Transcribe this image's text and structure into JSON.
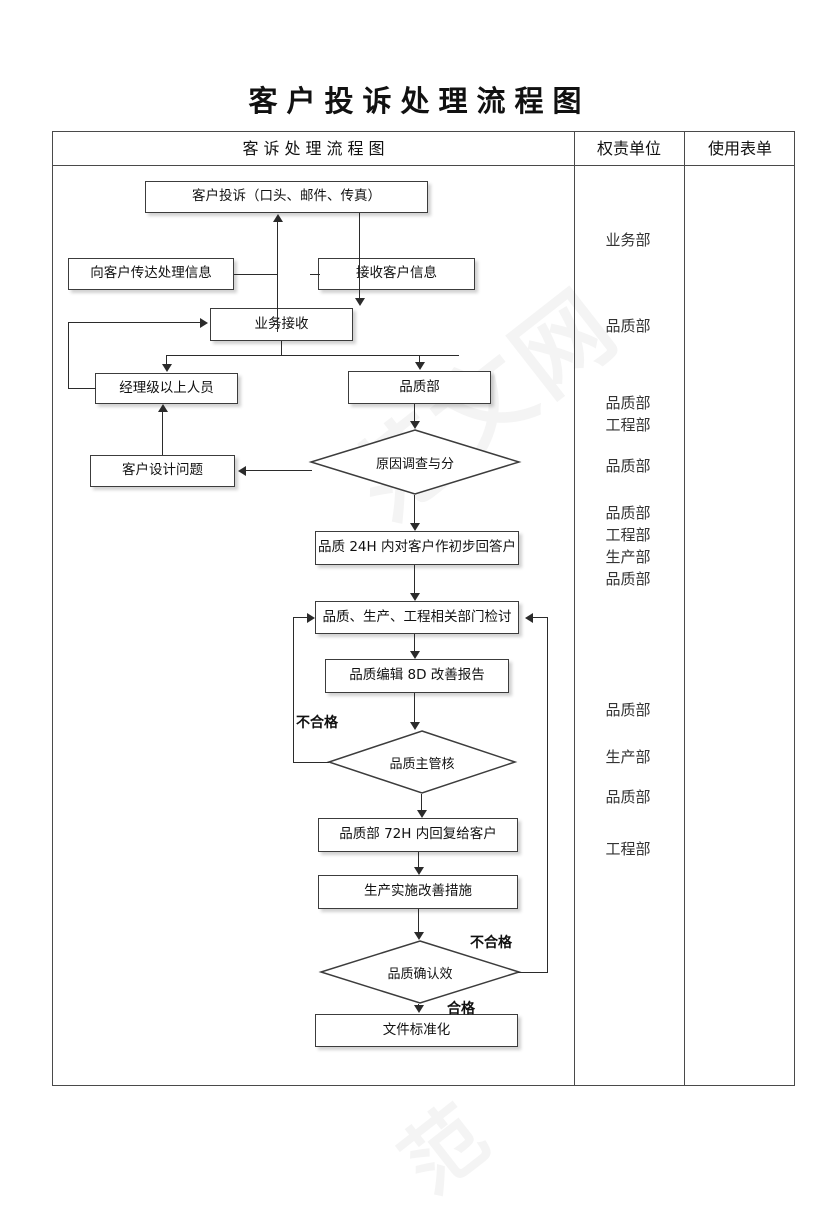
{
  "document": {
    "title": "客户投诉处理流程图"
  },
  "table": {
    "headers": {
      "flow": "客诉处理流程图",
      "department": "权责单位",
      "form": "使用表单"
    },
    "departments": [
      "业务部",
      "品质部",
      "品质部",
      "工程部",
      "品质部",
      "品质部",
      "工程部",
      "生产部",
      "品质部",
      "品质部",
      "生产部",
      "品质部",
      "工程部"
    ],
    "forms": []
  },
  "flowchart": {
    "nodes": [
      {
        "id": "complaint",
        "shape": "process",
        "label": "客户投诉（口头、邮件、传真）"
      },
      {
        "id": "inform",
        "shape": "process",
        "label": "向客户传达处理信息"
      },
      {
        "id": "receive_info",
        "shape": "process",
        "label": "接收客户信息"
      },
      {
        "id": "biz_receive",
        "shape": "process",
        "label": "业务接收"
      },
      {
        "id": "manager",
        "shape": "process",
        "label": "经理级以上人员"
      },
      {
        "id": "quality_dept",
        "shape": "process",
        "label": "品质部"
      },
      {
        "id": "design_issue",
        "shape": "process",
        "label": "客户设计问题"
      },
      {
        "id": "cause_analysis",
        "shape": "decision",
        "label": "原因调查与分"
      },
      {
        "id": "reply_24h",
        "shape": "process",
        "label": "品质 24H 内对客户作初步回答户"
      },
      {
        "id": "review_meeting",
        "shape": "process",
        "label": "品质、生产、工程相关部门检讨"
      },
      {
        "id": "report_8d",
        "shape": "process",
        "label": "品质编辑 8D 改善报告"
      },
      {
        "id": "supervisor",
        "shape": "decision",
        "label": "品质主管核"
      },
      {
        "id": "reply_72h",
        "shape": "process",
        "label": "品质部 72H 内回复给客户"
      },
      {
        "id": "improve",
        "shape": "process",
        "label": "生产实施改善措施"
      },
      {
        "id": "confirm",
        "shape": "decision",
        "label": "品质确认效"
      },
      {
        "id": "standardize",
        "shape": "process",
        "label": "文件标准化"
      }
    ],
    "edge_labels": {
      "supervisor_fail": "不合格",
      "confirm_fail": "不合格",
      "confirm_pass": "合格"
    }
  },
  "watermark": {
    "text_1": "范文网",
    "text_2": "范"
  },
  "colors": {
    "border": "#3c3c3c",
    "table_border": "#4a4a4a",
    "line": "#2b2b2b",
    "text": "#111111",
    "background": "#ffffff"
  }
}
